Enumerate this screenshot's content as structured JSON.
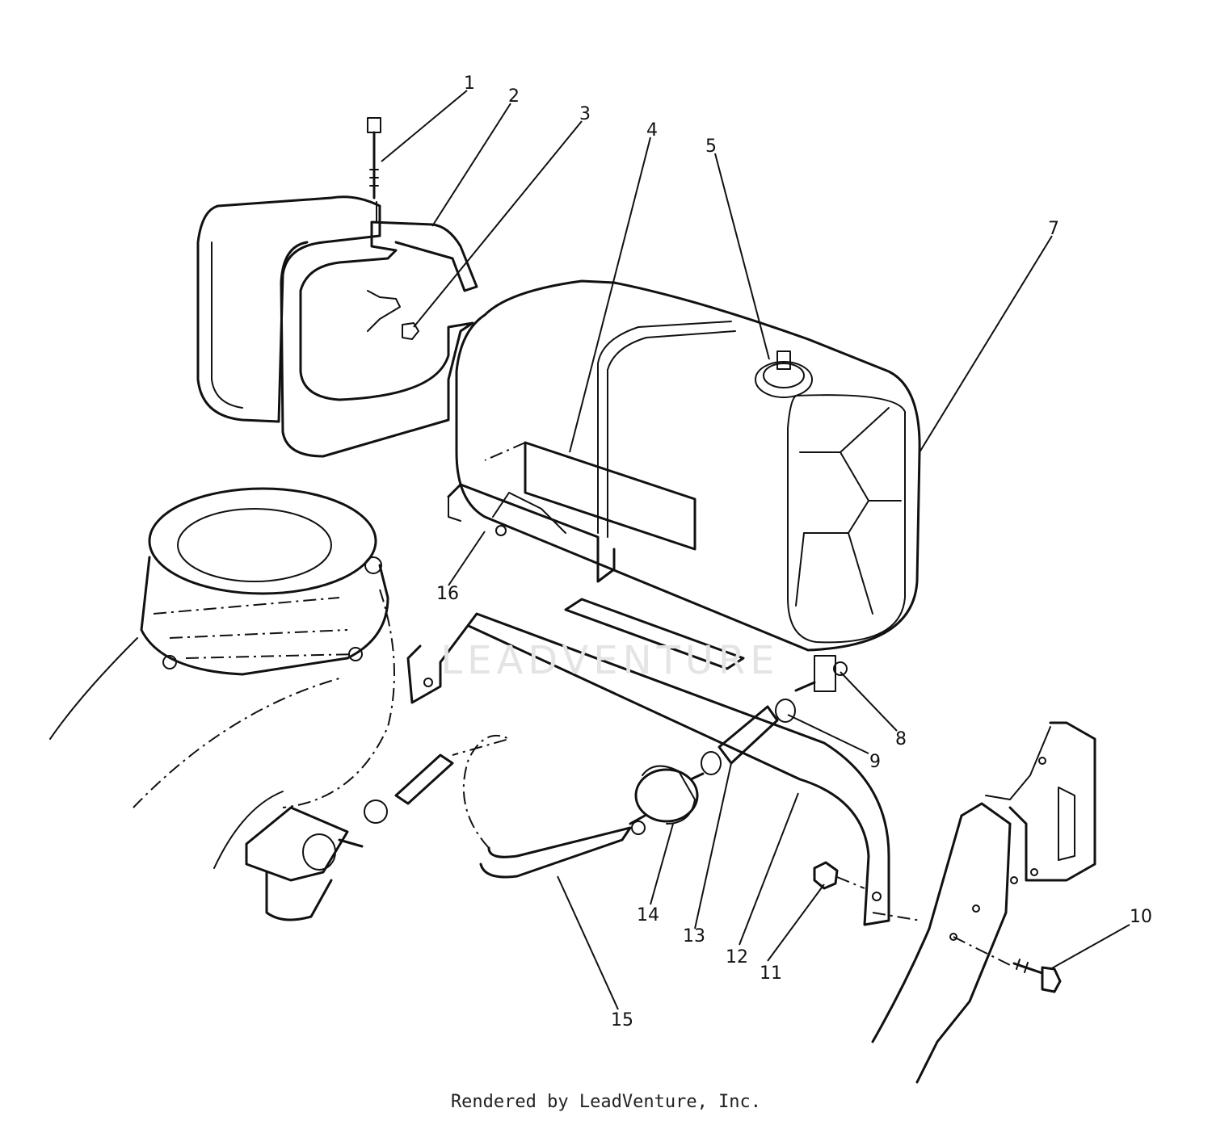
{
  "diagram": {
    "callouts": [
      {
        "id": "1",
        "label": "1"
      },
      {
        "id": "2",
        "label": "2"
      },
      {
        "id": "3",
        "label": "3"
      },
      {
        "id": "4",
        "label": "4"
      },
      {
        "id": "5",
        "label": "5"
      },
      {
        "id": "7",
        "label": "7"
      },
      {
        "id": "8",
        "label": "8"
      },
      {
        "id": "9",
        "label": "9"
      },
      {
        "id": "10",
        "label": "10"
      },
      {
        "id": "11",
        "label": "11"
      },
      {
        "id": "12",
        "label": "12"
      },
      {
        "id": "13",
        "label": "13"
      },
      {
        "id": "14",
        "label": "14"
      },
      {
        "id": "15",
        "label": "15"
      },
      {
        "id": "16",
        "label": "16"
      }
    ]
  },
  "watermark": "LEADVENTURE",
  "footer": "Rendered by LeadVenture, Inc."
}
